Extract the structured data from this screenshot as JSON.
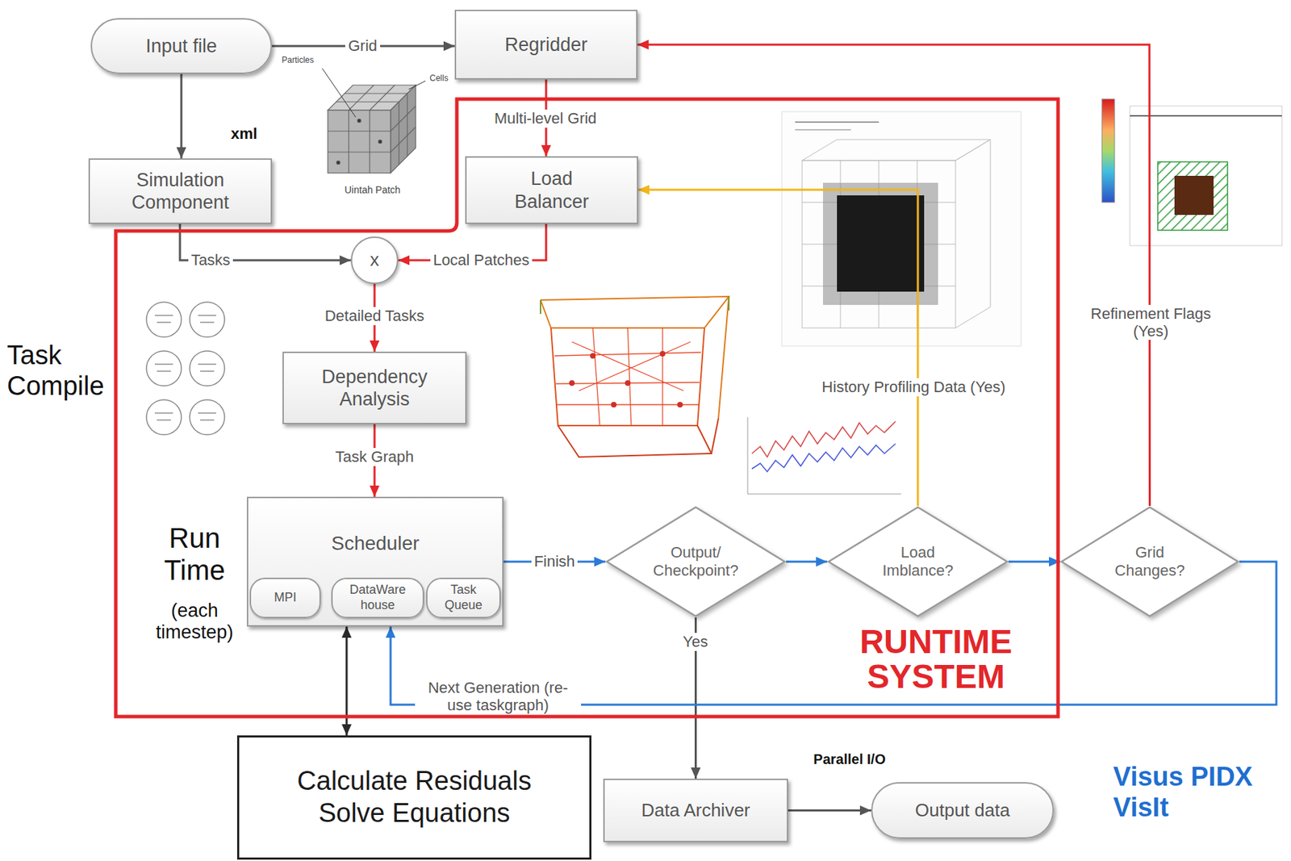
{
  "diagram": {
    "nodes": [
      {
        "text": [
          "Input file"
        ]
      },
      {
        "text": [
          "Regridder"
        ]
      },
      {
        "text": [
          "Simulation Component"
        ]
      },
      {
        "text": [
          "RUNTIME SYSTEM"
        ]
      },
      {
        "text": [
          "Load Balancer"
        ],
        "in": 3
      },
      {
        "text": [
          "x"
        ],
        "in": 3
      },
      {
        "text": [
          "Dependency Analysis"
        ],
        "in": 3
      },
      {
        "text": [
          "Scheduler"
        ],
        "in": 3
      },
      {
        "text": [
          "MPI"
        ],
        "in": 7
      },
      {
        "text": [
          "DataWare house"
        ],
        "in": 7
      },
      {
        "text": [
          "Task Queue"
        ],
        "in": 7
      },
      {
        "text": [
          "Output/ Checkpoint?"
        ],
        "in": 3
      },
      {
        "text": [
          "Load Imblance?"
        ],
        "in": 3
      },
      {
        "text": [
          "Grid Changes?"
        ]
      },
      {
        "text": [
          "Calculate Residuals Solve Equations"
        ]
      },
      {
        "text": [
          "Data Archiver"
        ]
      },
      {
        "text": [
          "Output data"
        ]
      }
    ],
    "edges": [
      {
        "from": 0,
        "to": 1,
        "label": "Grid",
        "arrow": "to"
      },
      {
        "from": 0,
        "to": 2,
        "label": "xml",
        "arrow": "to"
      },
      {
        "from": 1,
        "to": 4,
        "label": "Multi-level Grid",
        "arrow": "to"
      },
      {
        "from": 2,
        "to": 5,
        "label": "Tasks",
        "arrow": "to"
      },
      {
        "from": 4,
        "to": 5,
        "label": "Local Patches",
        "arrow": "to"
      },
      {
        "from": 5,
        "to": 6,
        "label": "Detailed Tasks",
        "arrow": "to"
      },
      {
        "from": 6,
        "to": 7,
        "label": "Task Graph",
        "arrow": "to"
      },
      {
        "from": 7,
        "to": 11,
        "label": "Finish",
        "arrow": "to"
      },
      {
        "from": 11,
        "to": 12,
        "arrow": "to"
      },
      {
        "from": 12,
        "to": 13,
        "arrow": "to"
      },
      {
        "from": 11,
        "to": 15,
        "label": "Yes",
        "arrow": "to"
      },
      {
        "from": 15,
        "to": 16,
        "label": "Parallel I/O",
        "arrow": "to"
      },
      {
        "from": 12,
        "to": 4,
        "label": "History Profiling Data (Yes)",
        "arrow": "to"
      },
      {
        "from": 13,
        "to": 1,
        "label": "Refinement Flags (Yes)",
        "arrow": "to"
      },
      {
        "from": 13,
        "to": 7,
        "label": "Next Generation (re-use taskgraph)",
        "arrow": "to"
      },
      {
        "from": 7,
        "to": 14,
        "arrow": "both"
      }
    ],
    "labels": [
      "Particles",
      "Cells",
      "Uintah Patch",
      "Task Compile",
      "Run Time",
      "(each timestep)",
      "Visus PIDX VisIt"
    ]
  }
}
